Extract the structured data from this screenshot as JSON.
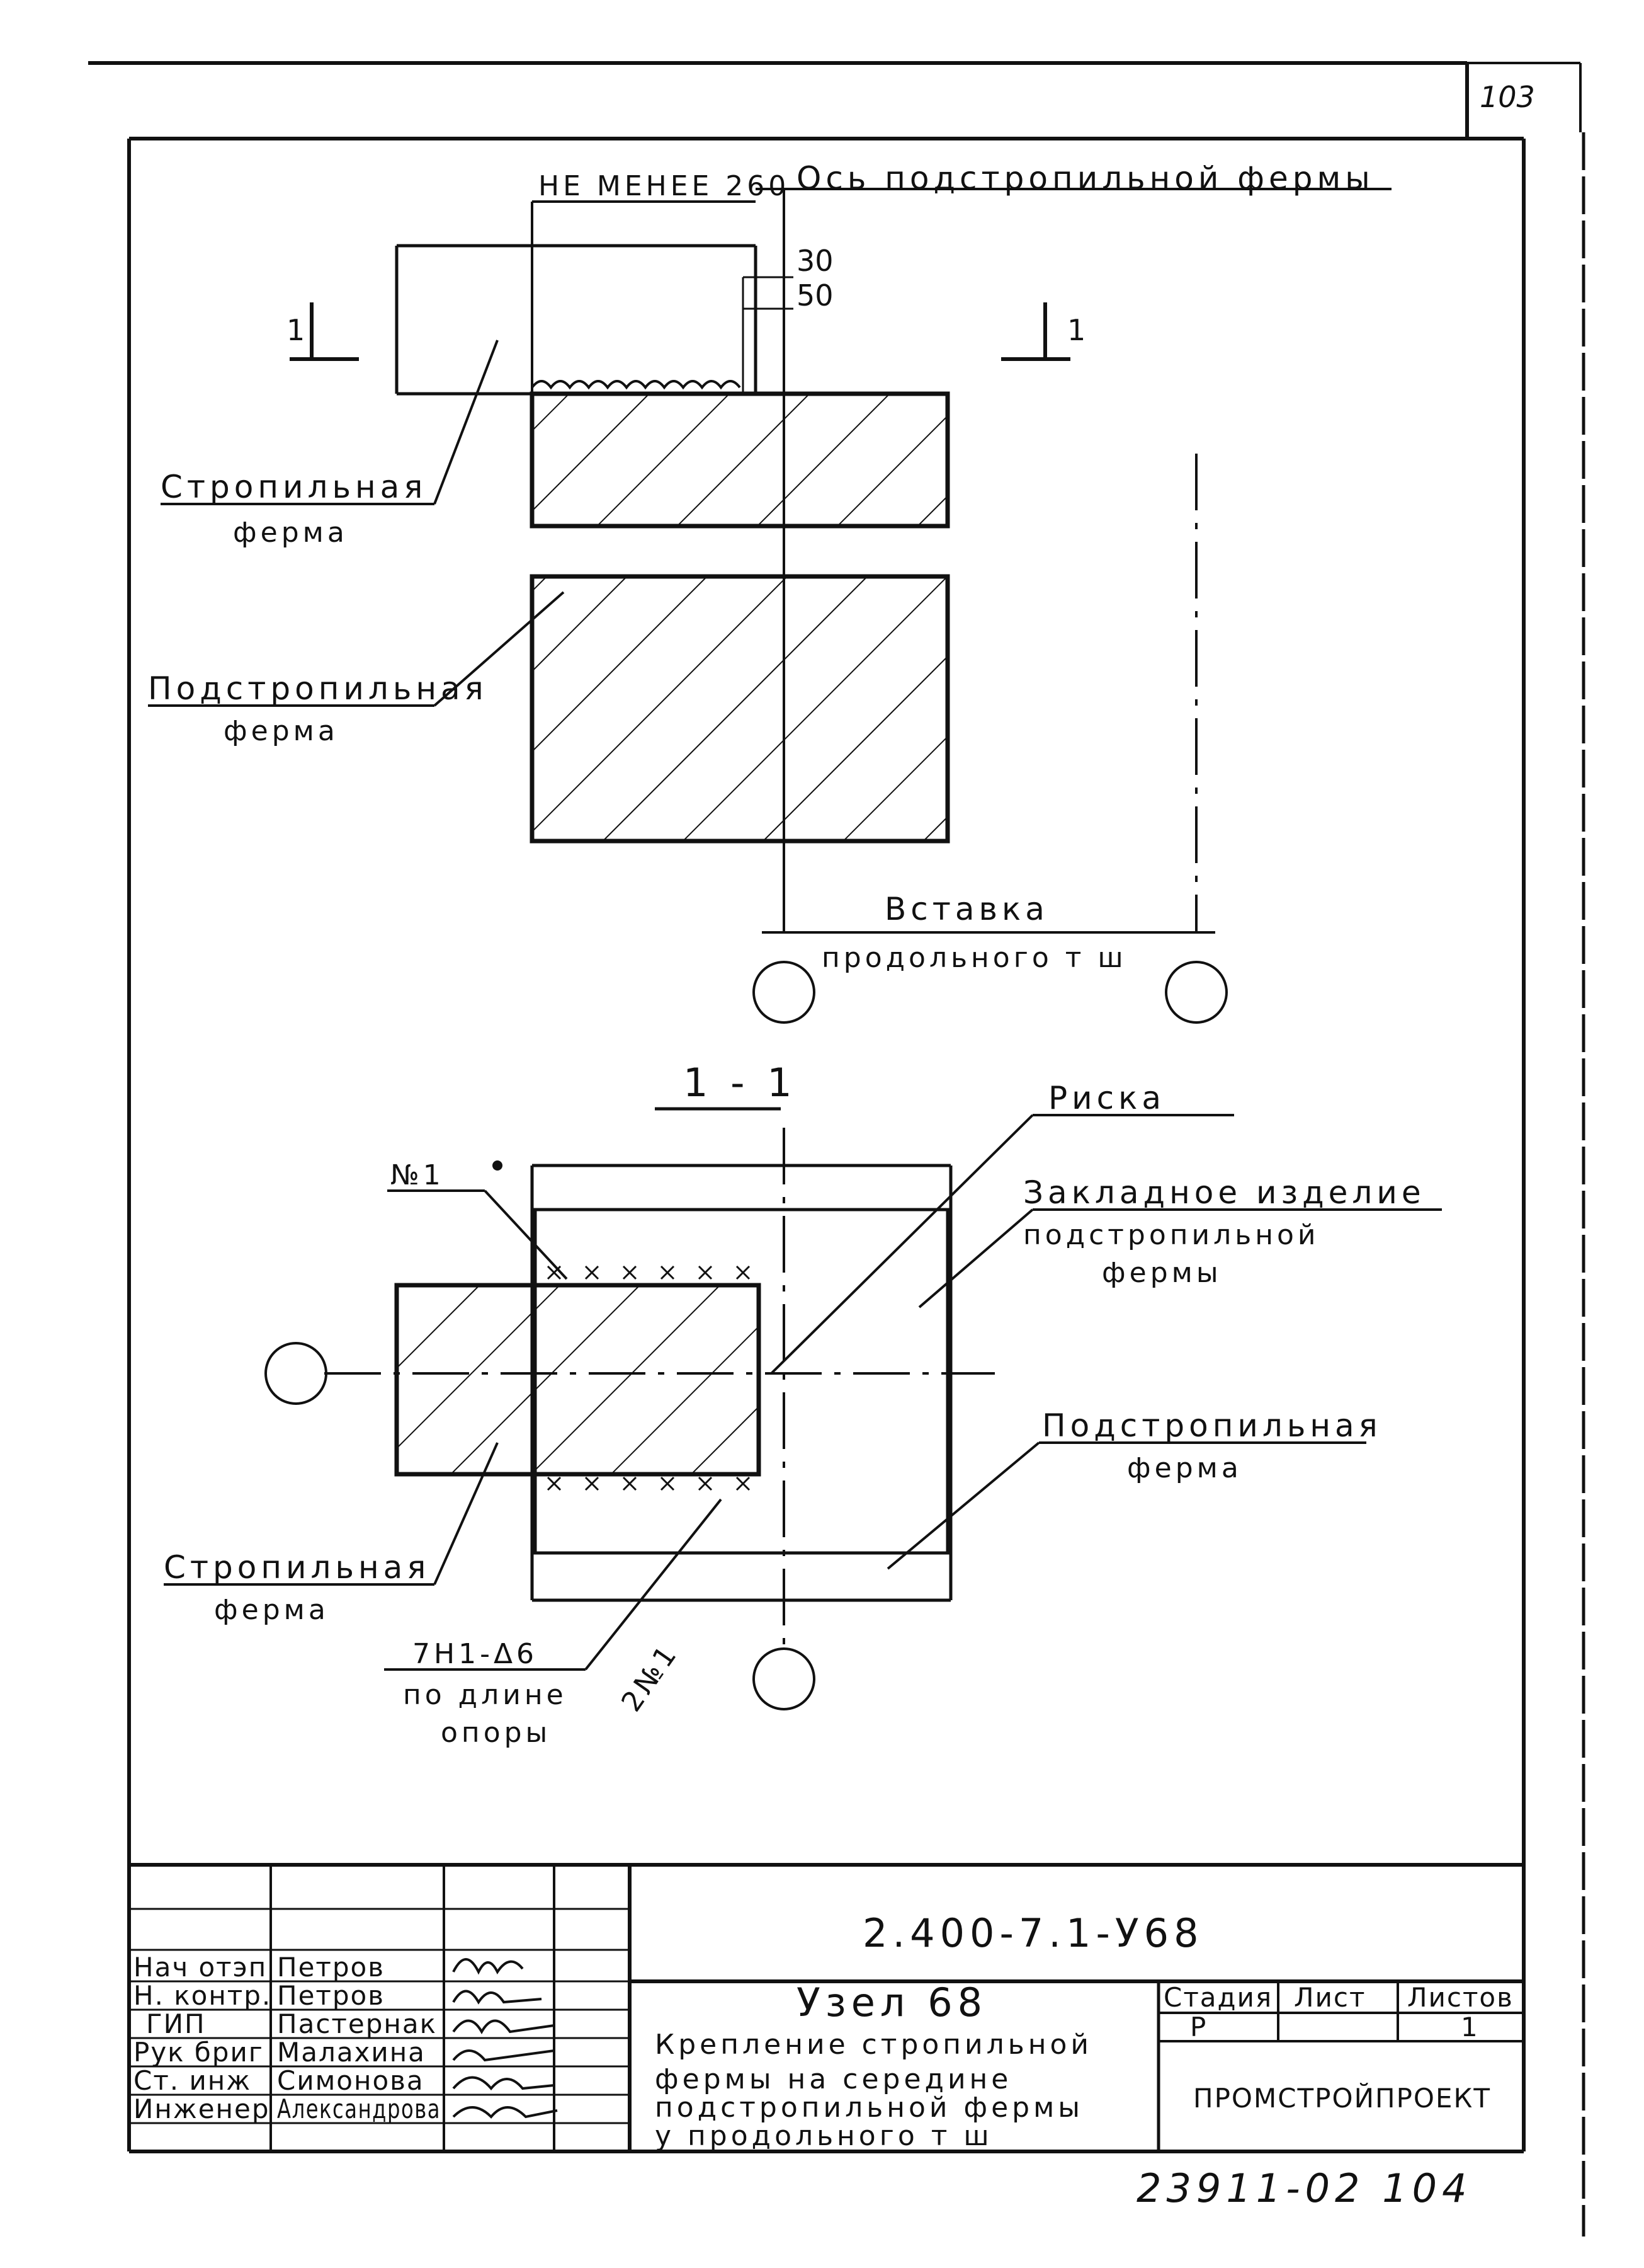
{
  "page_number": "103",
  "plan": {
    "dim_min": "НЕ МЕНЕЕ 260",
    "axis_label": "Ось подстропильной фермы",
    "dim_30": "30",
    "dim_50": "50",
    "section_mark_left": "1",
    "section_mark_right": "1",
    "label_rafter_1": "Стропильная",
    "label_rafter_2": "ферма",
    "label_subrafter_1": "Подстропильная",
    "label_subrafter_2": "ферма",
    "insert_1": "Вставка",
    "insert_2": "продольного т ш"
  },
  "section": {
    "title": "1 - 1",
    "mark_no1": "№1",
    "label_riska": "Риска",
    "label_embed_1": "Закладное изделие",
    "label_embed_2": "подстропильной",
    "label_embed_3": "фермы",
    "label_subrafter_1": "Подстропильная",
    "label_subrafter_2": "ферма",
    "label_rafter_1": "Стропильная",
    "label_rafter_2": "ферма",
    "weld_1": "7Н1-Δ6",
    "weld_2": "по длине",
    "weld_3": "опоры",
    "weld_mark": "2№1"
  },
  "title_block": {
    "designation": "2.400-7.1-У68",
    "roles": [
      "Нач отэп",
      "Н. контр.",
      "ГИП",
      "Рук бриг",
      "Ст. инж",
      "Инженер"
    ],
    "names": [
      "Петров",
      "Петров",
      "Пастернак",
      "Малахина",
      "Симонова",
      "Александрова"
    ],
    "node_title": "Узел 68",
    "description": [
      "Крепление стропильной",
      "фермы на середине",
      "подстропильной фермы",
      "у продольного т ш"
    ],
    "stage_header": "Стадия",
    "sheet_header": "Лист",
    "sheets_header": "Листов",
    "stage_value": "Р",
    "sheet_value": "",
    "sheets_value": "1",
    "organization": "ПРОМСТРОЙПРОЕКТ",
    "archive_number": "23911-02 104"
  }
}
